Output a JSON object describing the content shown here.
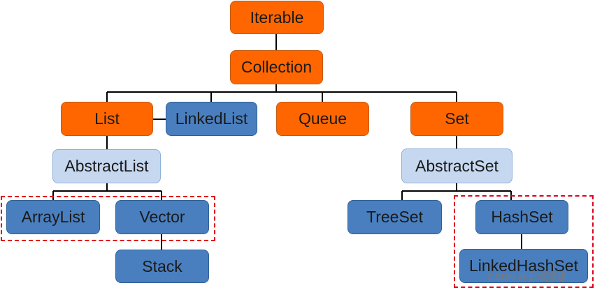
{
  "nodes": {
    "iterable": "Iterable",
    "collection": "Collection",
    "list": "List",
    "linkedlist": "LinkedList",
    "queue": "Queue",
    "set": "Set",
    "abstractlist": "AbstractList",
    "abstractset": "AbstractSet",
    "arraylist": "ArrayList",
    "vector": "Vector",
    "stack": "Stack",
    "treeset": "TreeSet",
    "hashset": "HashSet",
    "linkedhashset": "LinkedHashSet"
  },
  "watermark": "CSDN @云端源想",
  "colors": {
    "interface_fill": "#ff6600",
    "abstract_fill": "#c5d8f0",
    "implementation_fill": "#4a7fbf",
    "connector": "#000000",
    "highlight_border": "#e0001b"
  }
}
